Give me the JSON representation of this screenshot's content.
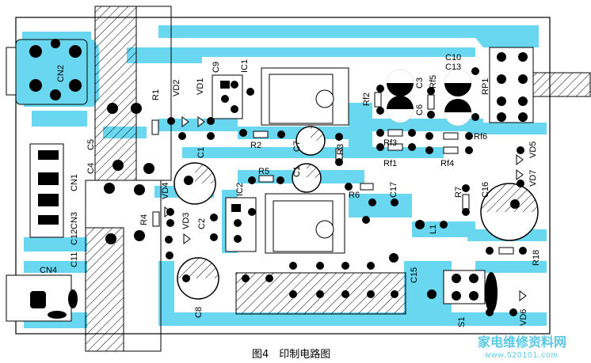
{
  "figure": {
    "caption": "图4　印制电路图"
  },
  "watermark": {
    "text": "家电维修资料网",
    "url": "www.520101.com"
  },
  "labels": {
    "cn1": "CN1",
    "cn2": "CN2",
    "cn3": "CN3",
    "cn4": "CN4",
    "c1a": "C1",
    "c1b": "C1",
    "c2": "C2",
    "c3": "C3",
    "c4": "C4",
    "c5": "C5",
    "c6": "C6",
    "c7": "C7",
    "c8": "C8",
    "c9": "C9",
    "c10": "C10",
    "c11": "C11",
    "c12": "C12",
    "c13": "C13",
    "c15": "C15",
    "c16": "C16",
    "c17": "C17",
    "r1": "R1",
    "r2": "R2",
    "r3": "R3",
    "r4": "R4",
    "r5": "R5",
    "r6": "R6",
    "r7": "R7",
    "r18": "R18",
    "rf1": "Rf1",
    "rf2": "Rf2",
    "rf3": "Rf3",
    "rf4": "Rf4",
    "rf5": "Rf5",
    "rf6": "Rf6",
    "ic1": "IC1",
    "ic2": "IC2",
    "vd1": "VD1",
    "vd2": "VD2",
    "vd3": "VD3",
    "vd4": "VD4",
    "vd5": "VD5",
    "vd6": "VD6",
    "vd7": "VD7",
    "rp1": "RP1",
    "l1": "L1",
    "s1": "S1",
    "sw_pos": "0"
  }
}
